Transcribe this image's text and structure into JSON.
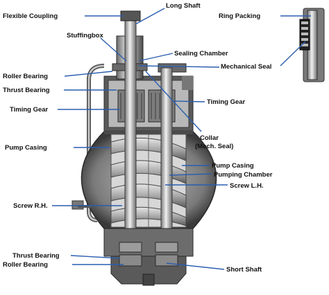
{
  "labels": {
    "flexible_coupling": "Flexible Coupling",
    "long_shaft": "Long Shaft",
    "ring_packing": "Ring Packing",
    "stuffingbox": "Stuffingbox",
    "sealing_chamber": "Sealing Chamber",
    "mechanical_seal": "Mechanical Seal",
    "roller_bearing_top": "Roller Bearing",
    "thrust_bearing_top": "Thrust Bearing",
    "timing_gear_left": "Timing Gear",
    "timing_gear_right": "Timing Gear",
    "collar": "Collar",
    "collar_sub": "(Mech. Seal)",
    "pump_casing_left": "Pump Casing",
    "pump_casing_right": "Pump Casing",
    "pumping_chamber": "Pumping Chamber",
    "screw_lh": "Screw L.H.",
    "screw_rh": "Screw R.H.",
    "thrust_bearing_bottom": "Thrust Bearing",
    "roller_bearing_bottom": "Roller Bearing",
    "short_shaft": "Short Shaft"
  },
  "colors": {
    "casing_dark": "#3d3d3d",
    "casing_mid": "#8a8a8a",
    "casing_light": "#c9c9c9",
    "leader_line": "#2a5db0",
    "label_text": "#111111"
  }
}
